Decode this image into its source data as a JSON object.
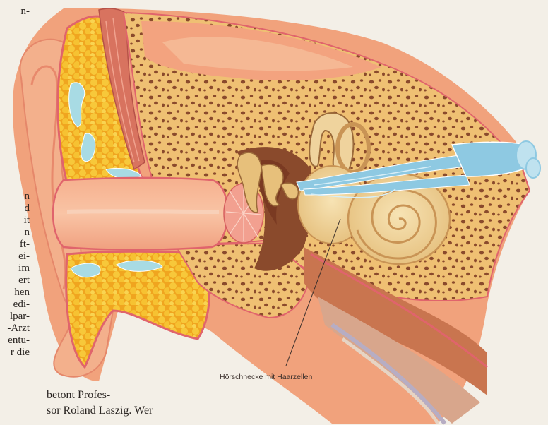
{
  "figure": {
    "label": "Hörschnecke mit Haarzellen",
    "colors": {
      "paper": "#f3efe7",
      "skin": "#f1a27c",
      "bone": "#efc073",
      "fat": "#f7c12c",
      "membrane": "#e0646c",
      "nerve": "#8ec9e2",
      "cochlea": "#efd39d",
      "muscle": "#d8735f"
    },
    "icons": [
      "ear-anatomy-illustration",
      "cochlea-spiral",
      "auditory-nerve"
    ]
  },
  "left_column": {
    "lines": [
      "n-",
      "",
      "",
      "",
      "",
      "",
      "",
      "",
      "",
      "",
      "",
      "",
      "",
      "",
      "",
      "",
      "n",
      "d",
      "it",
      "n",
      "ft-",
      "ei-",
      "im",
      "ert",
      "hen",
      "edi-",
      "lpar-",
      "-Arzt",
      "entu-",
      "r die"
    ]
  },
  "article_tail": {
    "line1": "betont Profes-",
    "line2": "sor Roland Laszig. Wer"
  }
}
